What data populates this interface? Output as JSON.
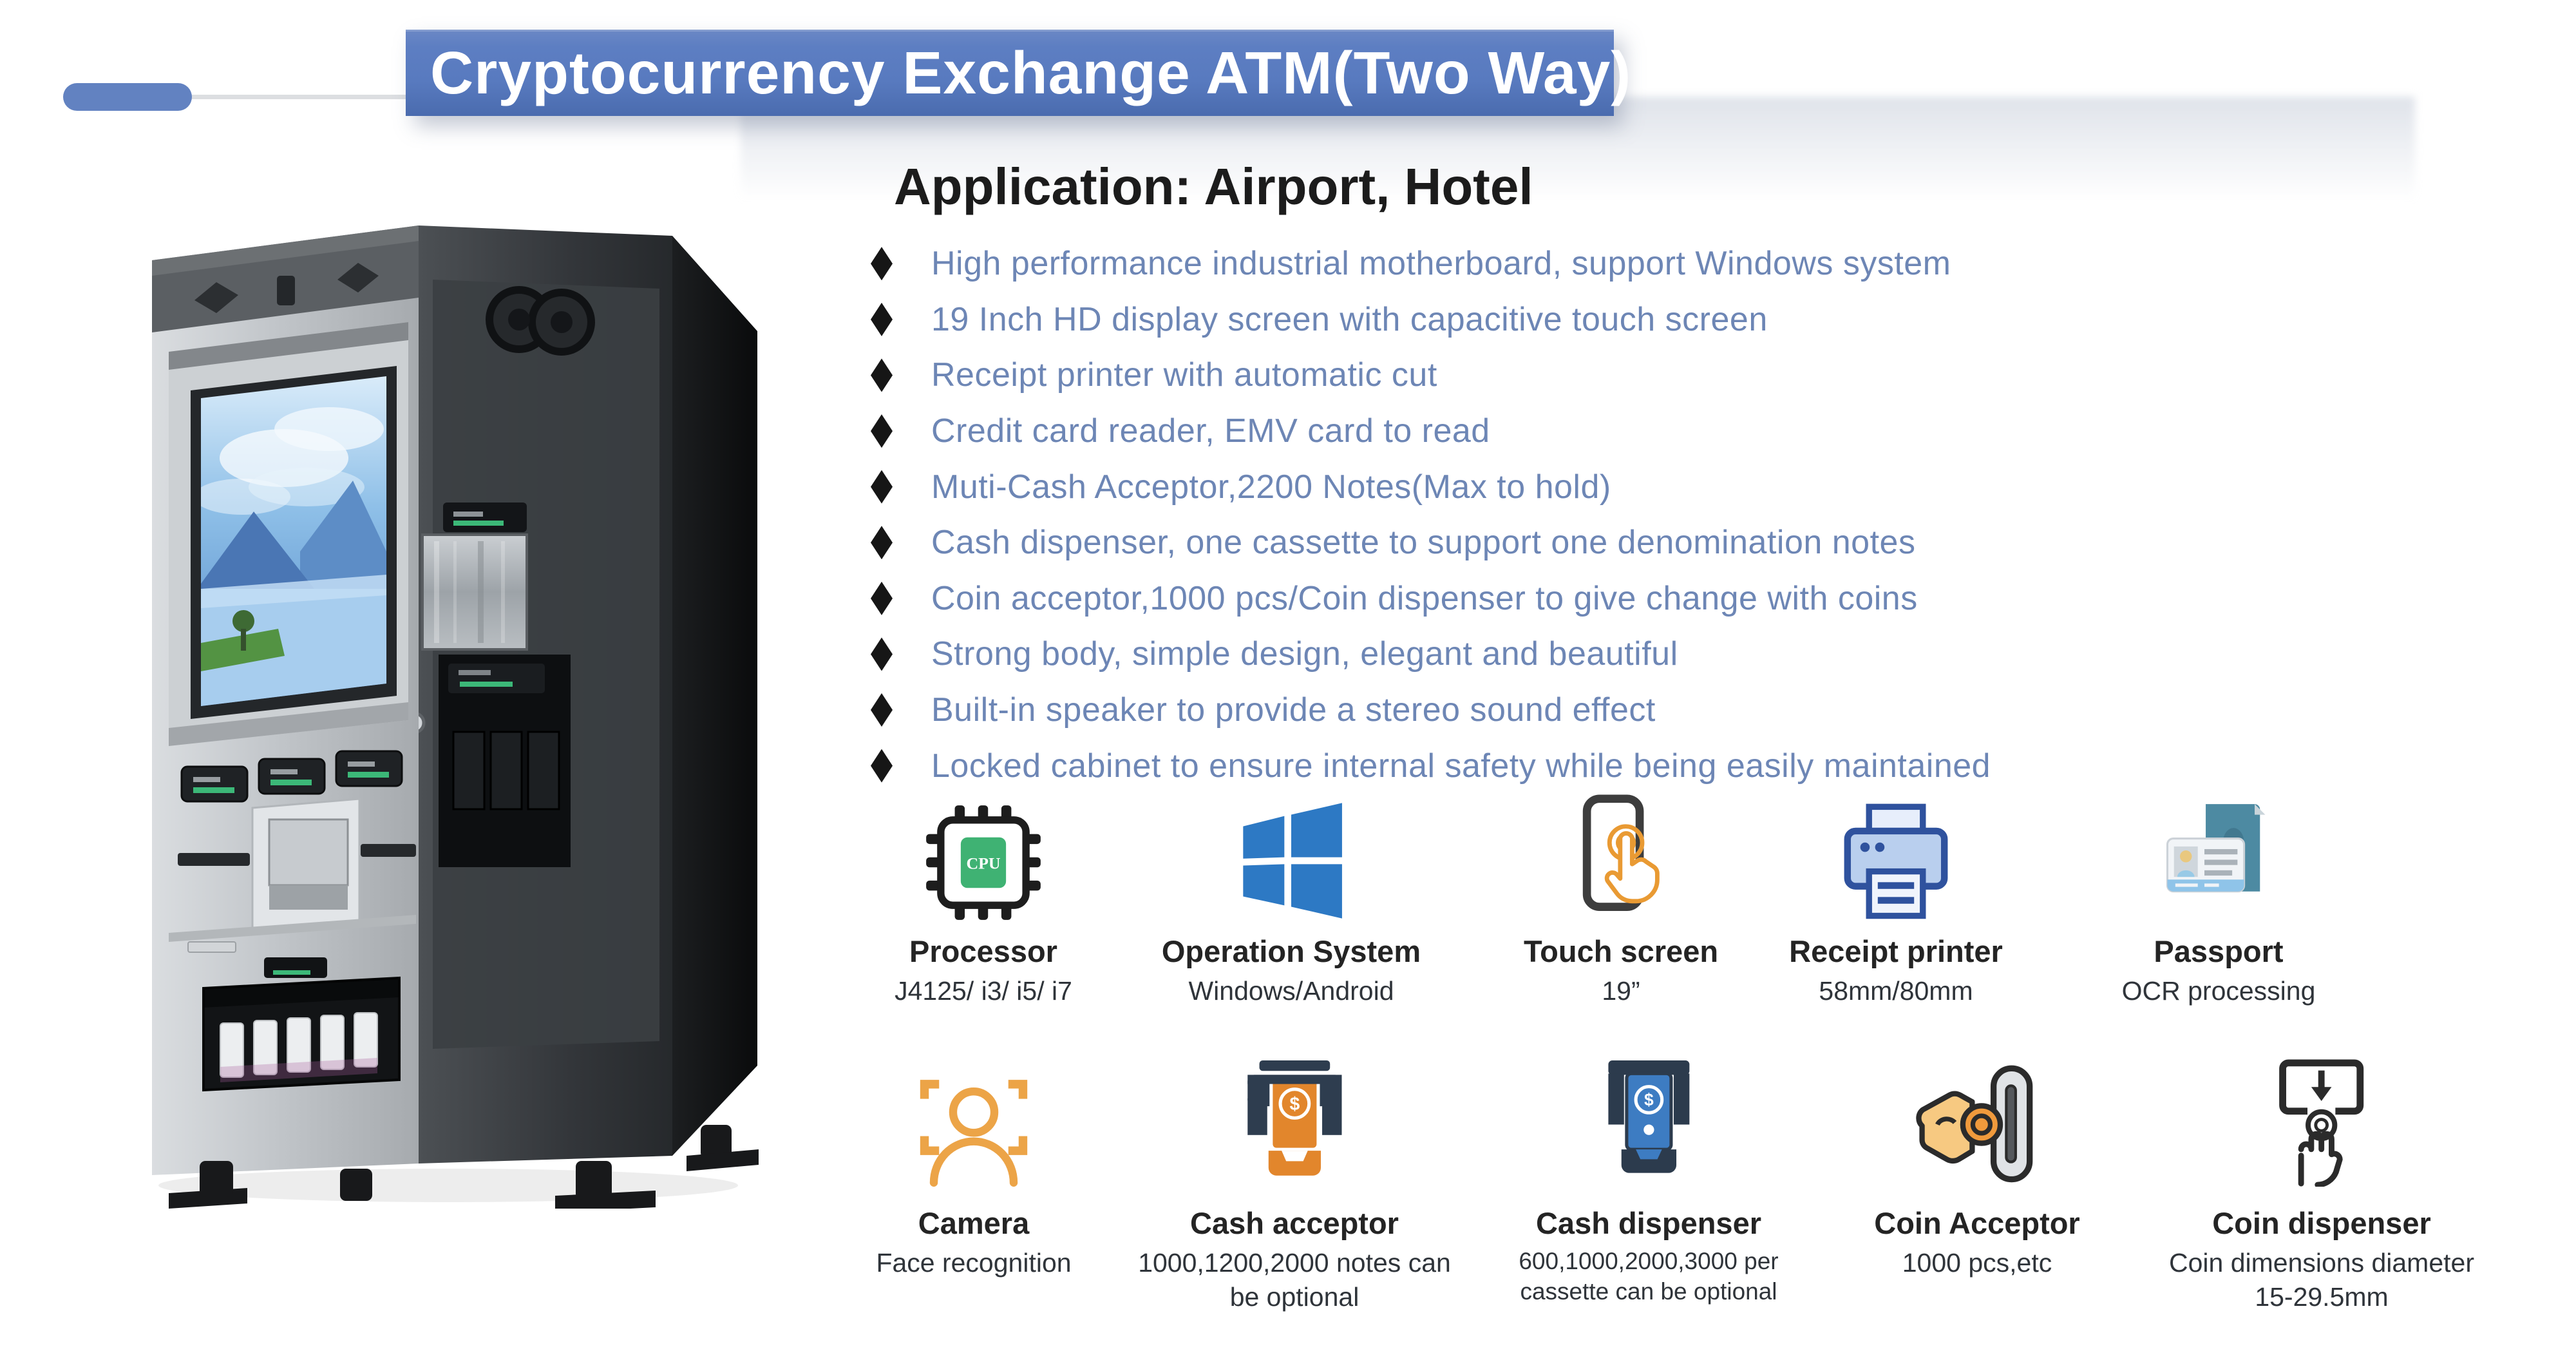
{
  "header": {
    "title": "Cryptocurrency Exchange ATM(Two Way)"
  },
  "application_title": "Application: Airport, Hotel",
  "features": [
    "High performance industrial motherboard, support Windows system",
    "19 Inch HD display screen with capacitive touch screen",
    "Receipt printer with automatic cut",
    "Credit card reader, EMV card to read",
    "Muti-Cash Acceptor,2200 Notes(Max to hold)",
    "Cash dispenser, one cassette to support one denomination notes",
    "Coin acceptor,1000 pcs/Coin dispenser to give change with coins",
    "Strong body, simple design, elegant and beautiful",
    "Built-in speaker to provide a stereo sound effect",
    "Locked cabinet to ensure internal safety while being easily maintained"
  ],
  "specs": {
    "cpu_badge": "CPU",
    "currency_symbol": "$",
    "row1": [
      {
        "icon": "cpu-icon",
        "label": "Processor",
        "sub": "J4125/ i3/ i5/ i7"
      },
      {
        "icon": "windows-icon",
        "label": "Operation System",
        "sub": "Windows/Android"
      },
      {
        "icon": "touch-screen-icon",
        "label": "Touch screen",
        "sub": "19”"
      },
      {
        "icon": "receipt-printer-icon",
        "label": "Receipt printer",
        "sub": "58mm/80mm"
      },
      {
        "icon": "passport-icon",
        "label": "Passport",
        "sub": "OCR processing"
      }
    ],
    "row2": [
      {
        "icon": "face-recognition-icon",
        "label": "Camera",
        "sub": "Face recognition"
      },
      {
        "icon": "cash-acceptor-icon",
        "label": "Cash acceptor",
        "sub": "1000,1200,2000 notes can be optional"
      },
      {
        "icon": "cash-dispenser-icon",
        "label": "Cash dispenser",
        "sub": "600,1000,2000,3000 per cassette can be optional"
      },
      {
        "icon": "coin-acceptor-icon",
        "label": "Coin Acceptor",
        "sub": "1000 pcs,etc"
      },
      {
        "icon": "coin-dispenser-icon",
        "label": "Coin dispenser",
        "sub": "Coin dimensions diameter 15-29.5mm"
      }
    ]
  },
  "colors": {
    "banner_blue": "#587abf",
    "accent_pill_blue": "#6282c1",
    "feature_text_blue": "#6d86b5",
    "icon_orange": "#e99a33",
    "icon_dark_navy": "#2e3d4f",
    "windows_blue": "#2d79c4",
    "printer_blue": "#2f529e",
    "cpu_green": "#3fb273",
    "dispenser_blue": "#3d7cc2",
    "passport_teal": "#4d8aa2"
  }
}
